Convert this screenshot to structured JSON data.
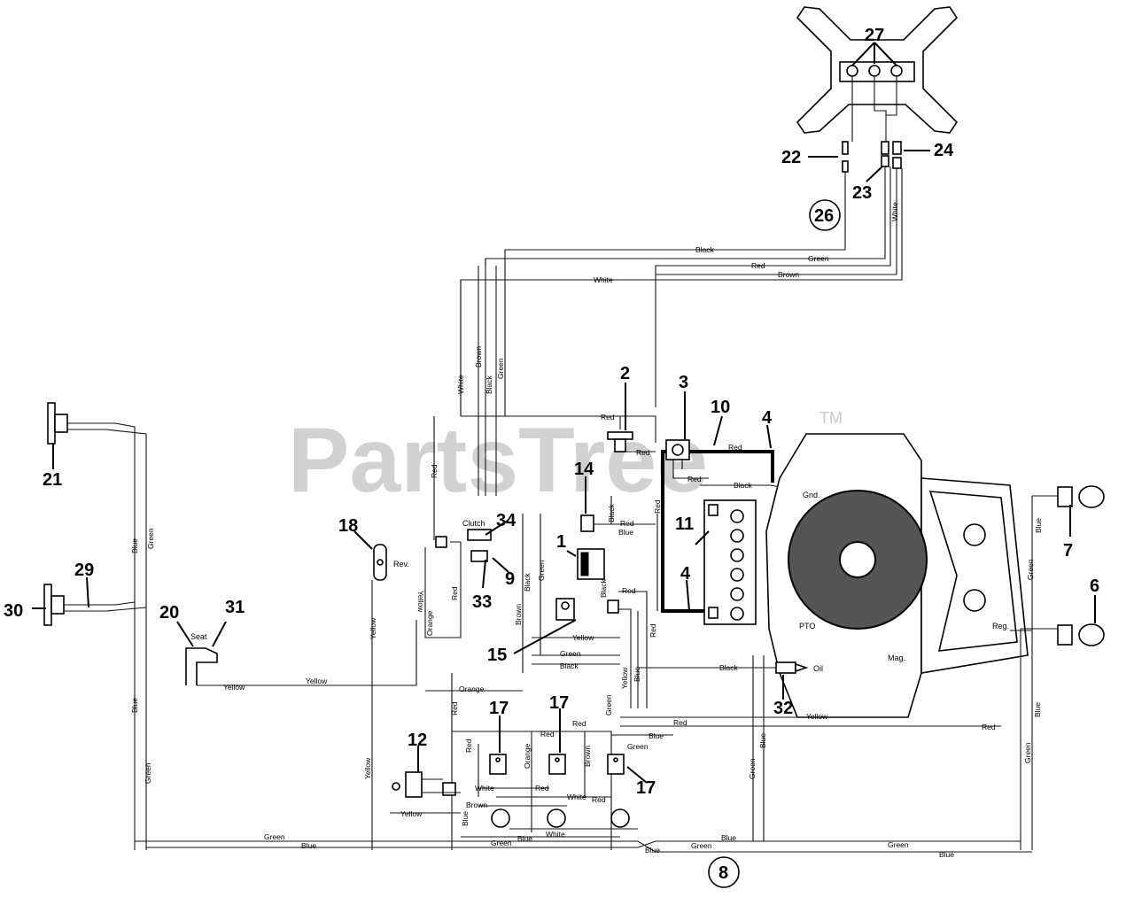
{
  "watermark": {
    "text": "PartsTree",
    "tm": "TM"
  },
  "callouts": {
    "c1": "1",
    "c2": "2",
    "c3": "3",
    "c4a": "4",
    "c4b": "4",
    "c6": "6",
    "c7": "7",
    "c8": "8",
    "c9": "9",
    "c10": "10",
    "c11": "11",
    "c12": "12",
    "c14": "14",
    "c15": "15",
    "c17a": "17",
    "c17b": "17",
    "c17c": "17",
    "c18": "18",
    "c20": "20",
    "c21": "21",
    "c22": "22",
    "c23": "23",
    "c24": "24",
    "c26": "26",
    "c27": "27",
    "c29": "29",
    "c30": "30",
    "c31": "31",
    "c32": "32",
    "c33": "33",
    "c34": "34"
  },
  "part_labels": {
    "clutch": "Clutch",
    "rev": "Rev.",
    "seat": "Seat",
    "pto": "PTO",
    "gnd": "Gnd.",
    "reg": "Reg.",
    "mag": "Mag.",
    "oil": "Oil"
  },
  "wire_colors": {
    "black": "Black",
    "green": "Green",
    "red": "Red",
    "brown": "Brown",
    "white": "White",
    "blue": "Blue",
    "yellow": "Yellow",
    "orange": "Orange"
  }
}
